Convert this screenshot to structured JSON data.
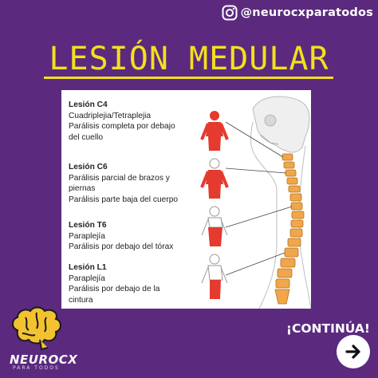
{
  "header": {
    "handle": "@neurocxparatodos",
    "icon": "instagram-icon"
  },
  "title": "LESIÓN MEDULAR",
  "entries": [
    {
      "head": "Lesión C4",
      "lines": [
        "Cuadriplejia/Tetraplejia",
        "Parálisis completa por debajo",
        "del cuello"
      ]
    },
    {
      "head": "Lesión C6",
      "lines": [
        "Parálisis parcial de brazos y",
        "piernas",
        "Parálisis parte baja del cuerpo"
      ]
    },
    {
      "head": "Lesión T6",
      "lines": [
        "Paraplejía",
        "Parálisis por debajo del tórax"
      ]
    },
    {
      "head": "Lesión L1",
      "lines": [
        "Paraplejía",
        "Parálisis por debajo de la",
        "cintura"
      ]
    }
  ],
  "footer": {
    "brand": "NEUROCX",
    "brand_sub": "PARA TODOS",
    "continue_label": "¡CONTINÚA!",
    "next_icon": "arrow-right-icon"
  },
  "colors": {
    "background": "#5b2a7f",
    "accent": "#f3e01c",
    "paralysis": "#e53a2e"
  }
}
